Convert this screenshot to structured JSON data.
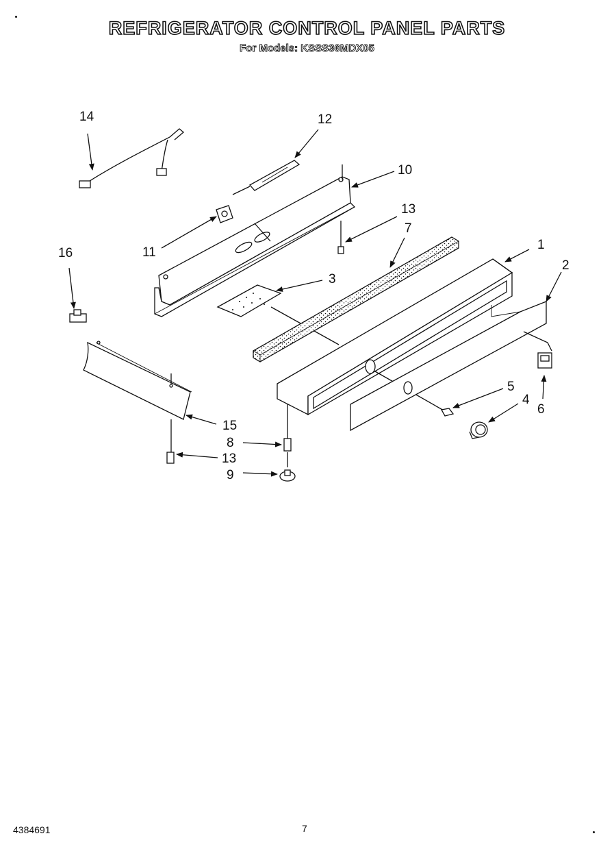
{
  "title": "REFRIGERATOR CONTROL PANEL PARTS",
  "subtitle": "For Models: KSSS36MDX05",
  "footer": {
    "code": "4384691",
    "page": "7"
  },
  "callouts": {
    "c1": "1",
    "c2": "2",
    "c3": "3",
    "c4": "4",
    "c5": "5",
    "c6": "6",
    "c7": "7",
    "c8": "8",
    "c9": "9",
    "c10": "10",
    "c11": "11",
    "c12": "12",
    "c13a": "13",
    "c13b": "13",
    "c14": "14",
    "c15": "15",
    "c16": "16"
  }
}
